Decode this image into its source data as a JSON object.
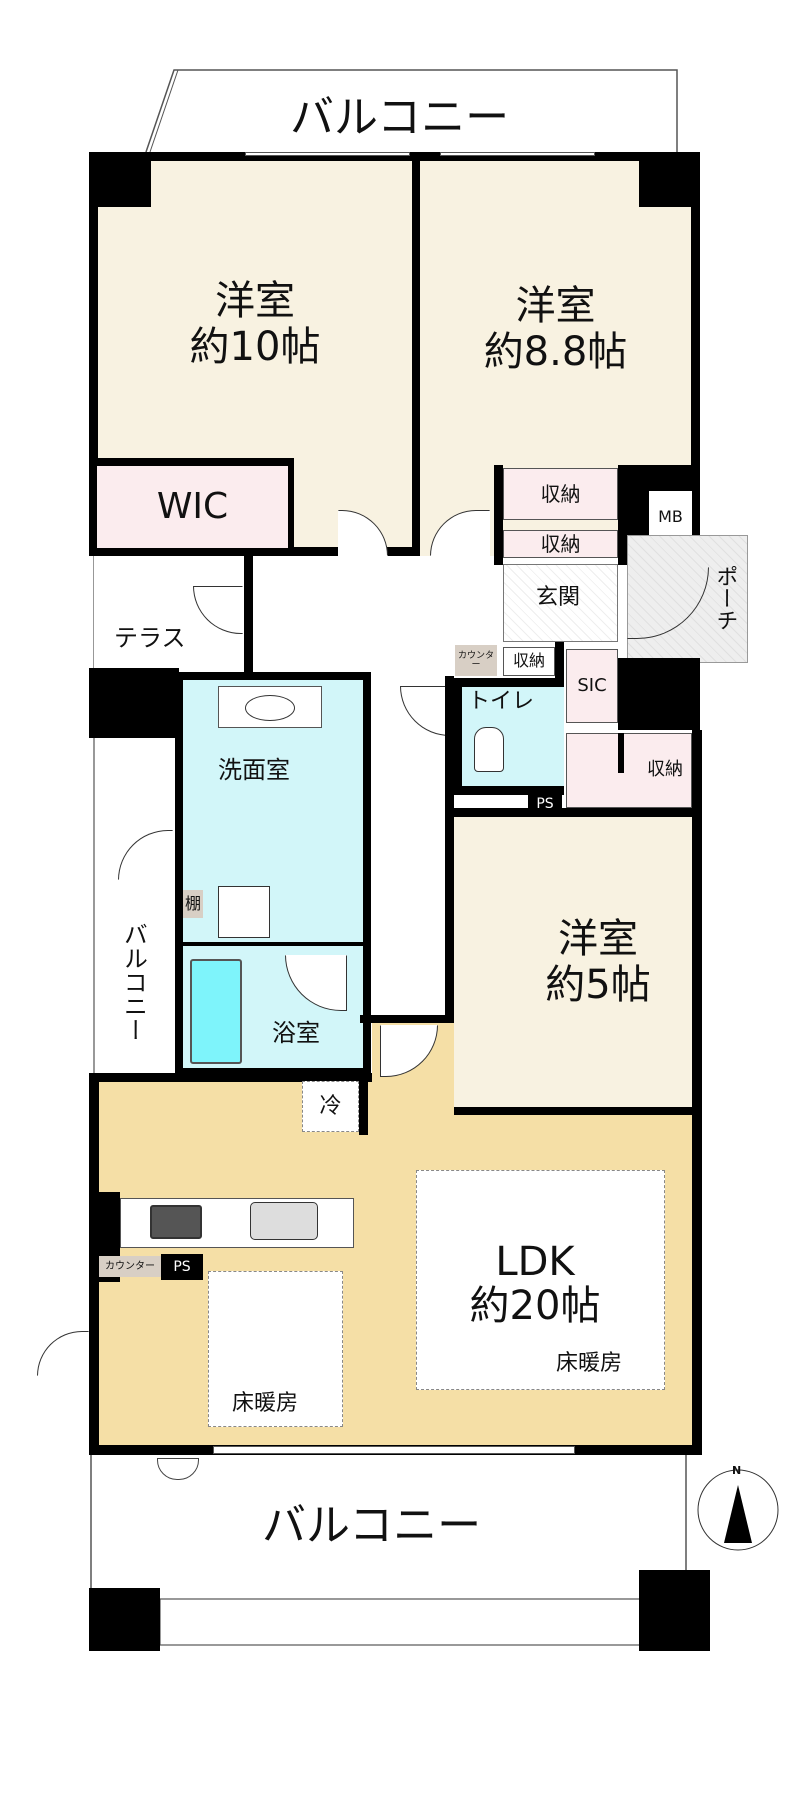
{
  "balcony_top": {
    "label": "バルコニー"
  },
  "room_west": {
    "name": "洋室",
    "size": "約10帖"
  },
  "room_east": {
    "name": "洋室",
    "size": "約8.8帖"
  },
  "wic": {
    "label": "WIC"
  },
  "storage": [
    "収納",
    "収納",
    "収納",
    "収納"
  ],
  "mb": {
    "label": "MB"
  },
  "porch": {
    "label": "ポーチ"
  },
  "entrance": {
    "label": "玄関"
  },
  "terrace": {
    "label": "テラス"
  },
  "counter_small": {
    "label": "カウンター"
  },
  "sic": {
    "label": "SIC"
  },
  "toilet": {
    "label": "トイレ"
  },
  "ps_toilet": {
    "label": "PS"
  },
  "washroom": {
    "label": "洗面室"
  },
  "shelf": {
    "label": "棚"
  },
  "balcony_side": {
    "label": "バルコニー"
  },
  "bath": {
    "label": "浴室"
  },
  "room_small": {
    "name": "洋室",
    "size": "約5帖"
  },
  "fridge": {
    "label": "冷"
  },
  "kitchen_counter": {
    "label": "カウンター"
  },
  "ps_kitchen": {
    "label": "PS"
  },
  "ldk": {
    "name": "LDK",
    "size": "約20帖"
  },
  "floor_heating": [
    "床暖房",
    "床暖房"
  ],
  "balcony_bottom": {
    "label": "バルコニー"
  },
  "compass": {
    "label": "N"
  },
  "colors": {
    "bedroom": "#f8f2e1",
    "wic": "#fbecee",
    "wet": "#d2f6f9",
    "tub": "#7ef4fb",
    "ldk": "#f5dfa6",
    "porch": "#ececec",
    "counter": "#d8cfc5"
  }
}
